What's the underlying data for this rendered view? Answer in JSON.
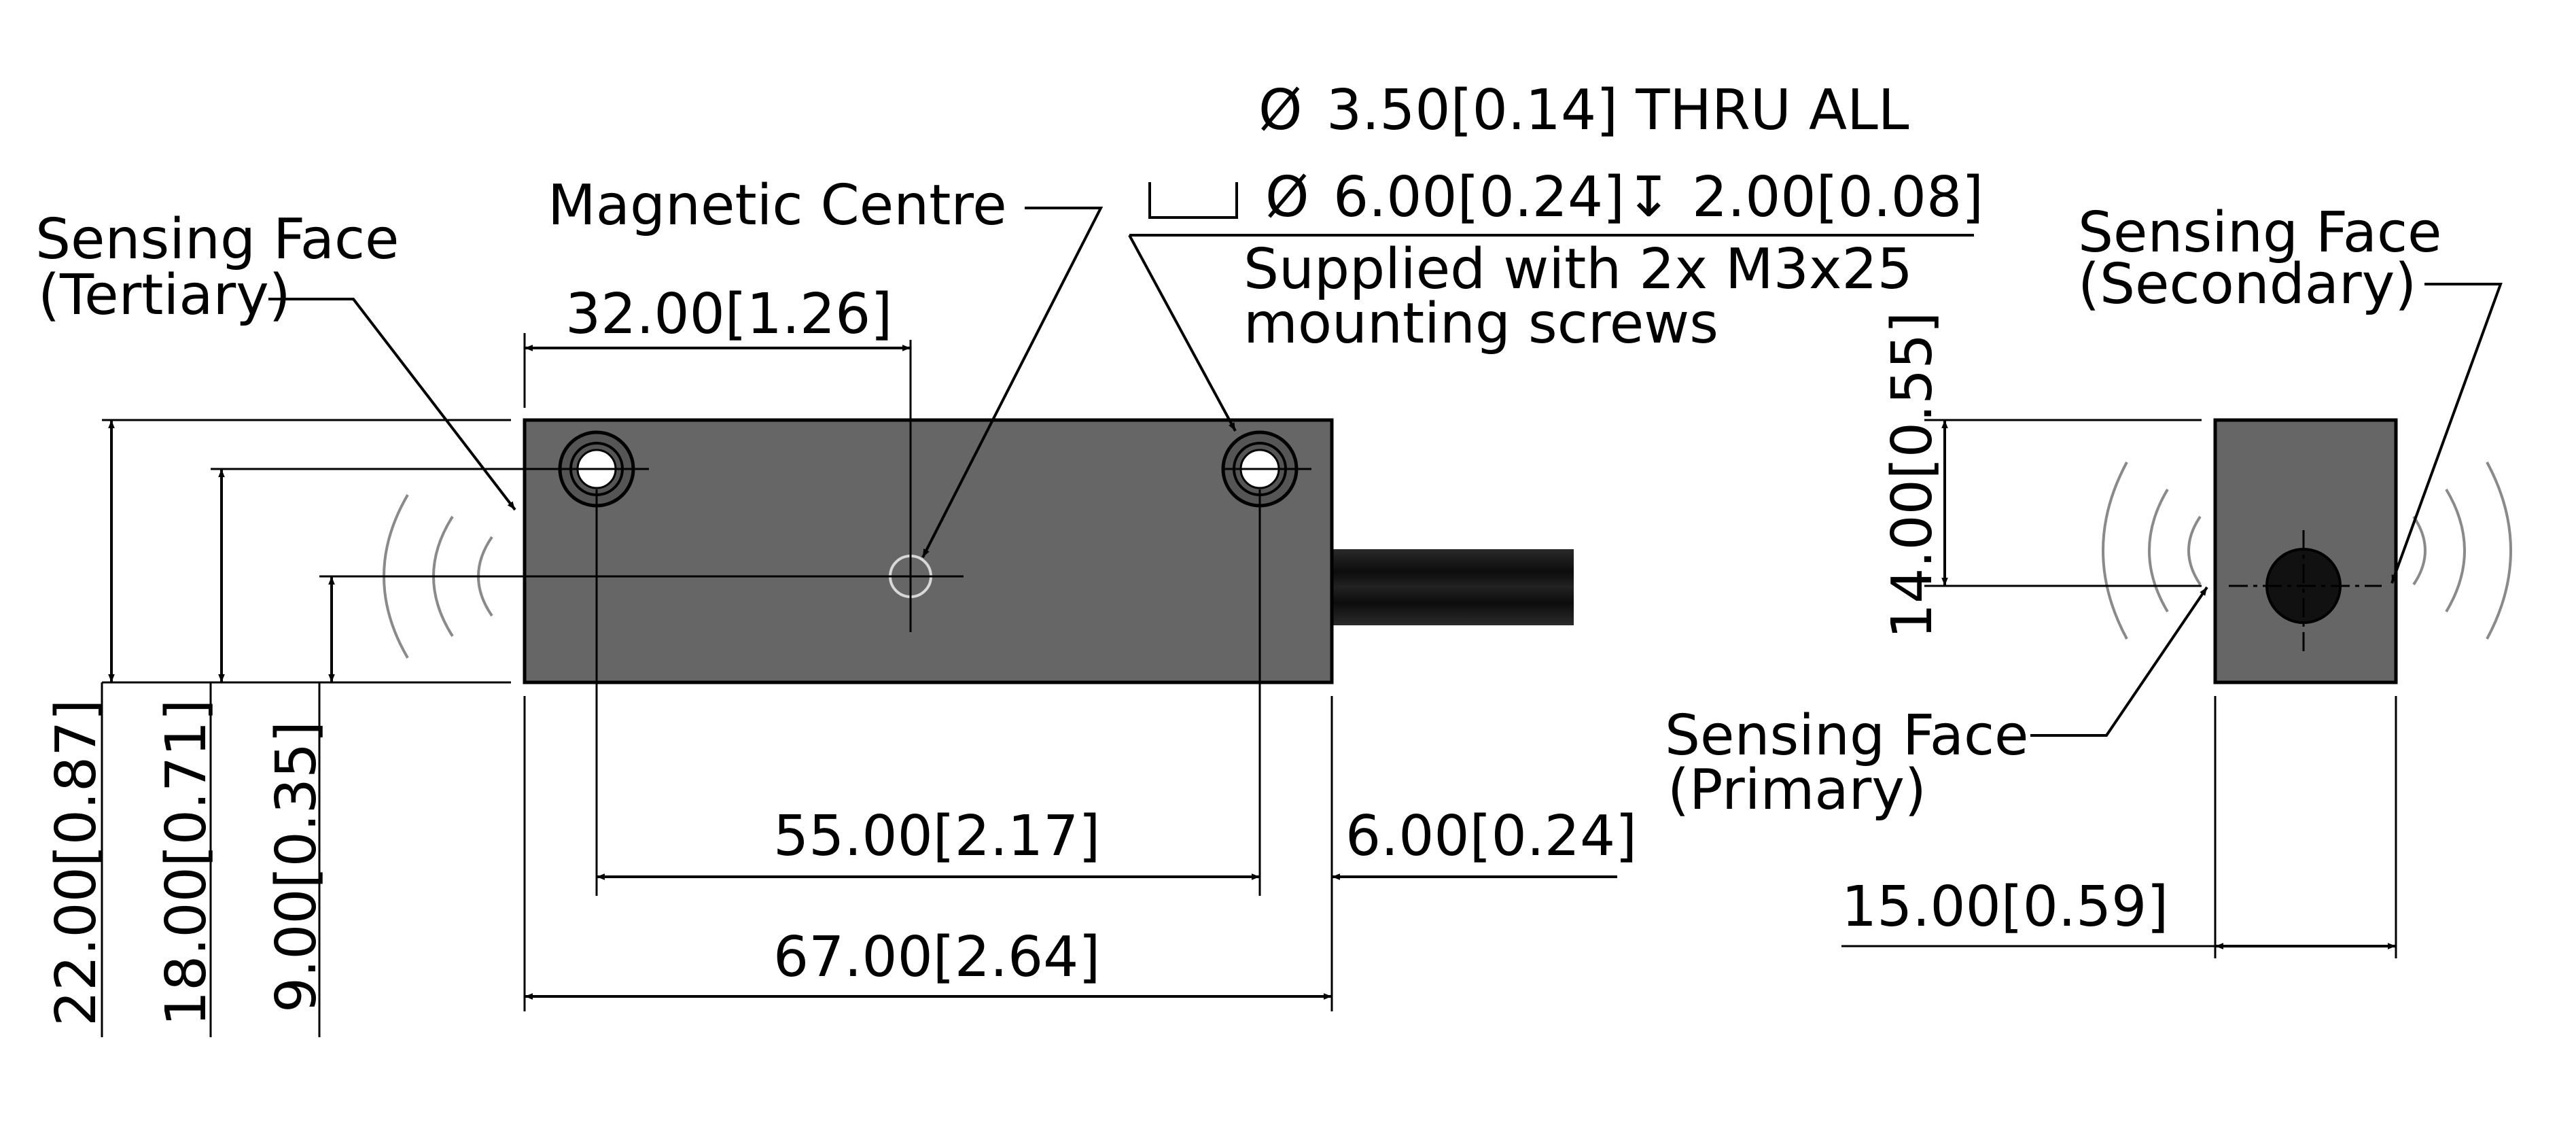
{
  "labels": {
    "sensing_tertiary_1": "Sensing Face",
    "sensing_tertiary_2": "(Tertiary)",
    "magnetic_centre": "Magnetic Centre",
    "hole_line1_dia": "Ø",
    "hole_line1": "3.50[0.14] THRU ALL",
    "hole_line2_dia": "Ø",
    "hole_line2_a": "6.00[0.24]",
    "hole_line2_depth": "↧",
    "hole_line2_b": "2.00[0.08]",
    "supplied_1": "Supplied with 2x M3x25",
    "supplied_2": "mounting screws",
    "sensing_secondary_1": "Sensing Face",
    "sensing_secondary_2": "(Secondary)",
    "sensing_primary_1": "Sensing Face",
    "sensing_primary_2": "(Primary)"
  },
  "dimensions": {
    "d32": "32.00[1.26]",
    "d55": "55.00[2.17]",
    "d67": "67.00[2.64]",
    "d6": "6.00[0.24]",
    "d22": "22.00[0.87]",
    "d18": "18.00[0.71]",
    "d9": "9.00[0.35]",
    "d14": "14.00[0.55]",
    "d15": "15.00[0.59]"
  },
  "colors": {
    "body": "#666666",
    "cable": "#151515",
    "waves": "#8a8a8a"
  }
}
